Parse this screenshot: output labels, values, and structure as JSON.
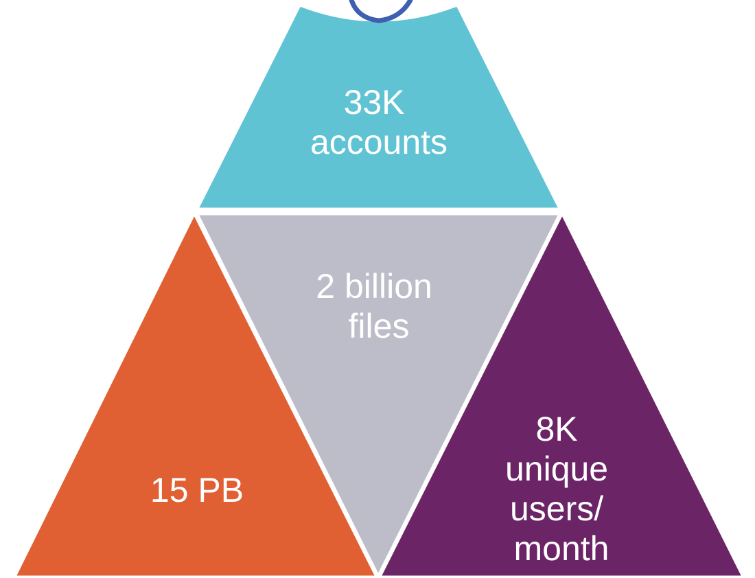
{
  "colors": {
    "top": "#5fc3d3",
    "middle": "#bdbdc9",
    "left": "#e06033",
    "right": "#6b2466",
    "ring": "#3f5fb0",
    "text": "#ffffff"
  },
  "segments": {
    "top": {
      "lines": [
        "33K",
        "accounts"
      ]
    },
    "middle": {
      "lines": [
        "2 billion",
        "files"
      ]
    },
    "left": {
      "lines": [
        "15 PB"
      ]
    },
    "right": {
      "lines": [
        "8K",
        "unique",
        "users/",
        "month"
      ]
    }
  }
}
